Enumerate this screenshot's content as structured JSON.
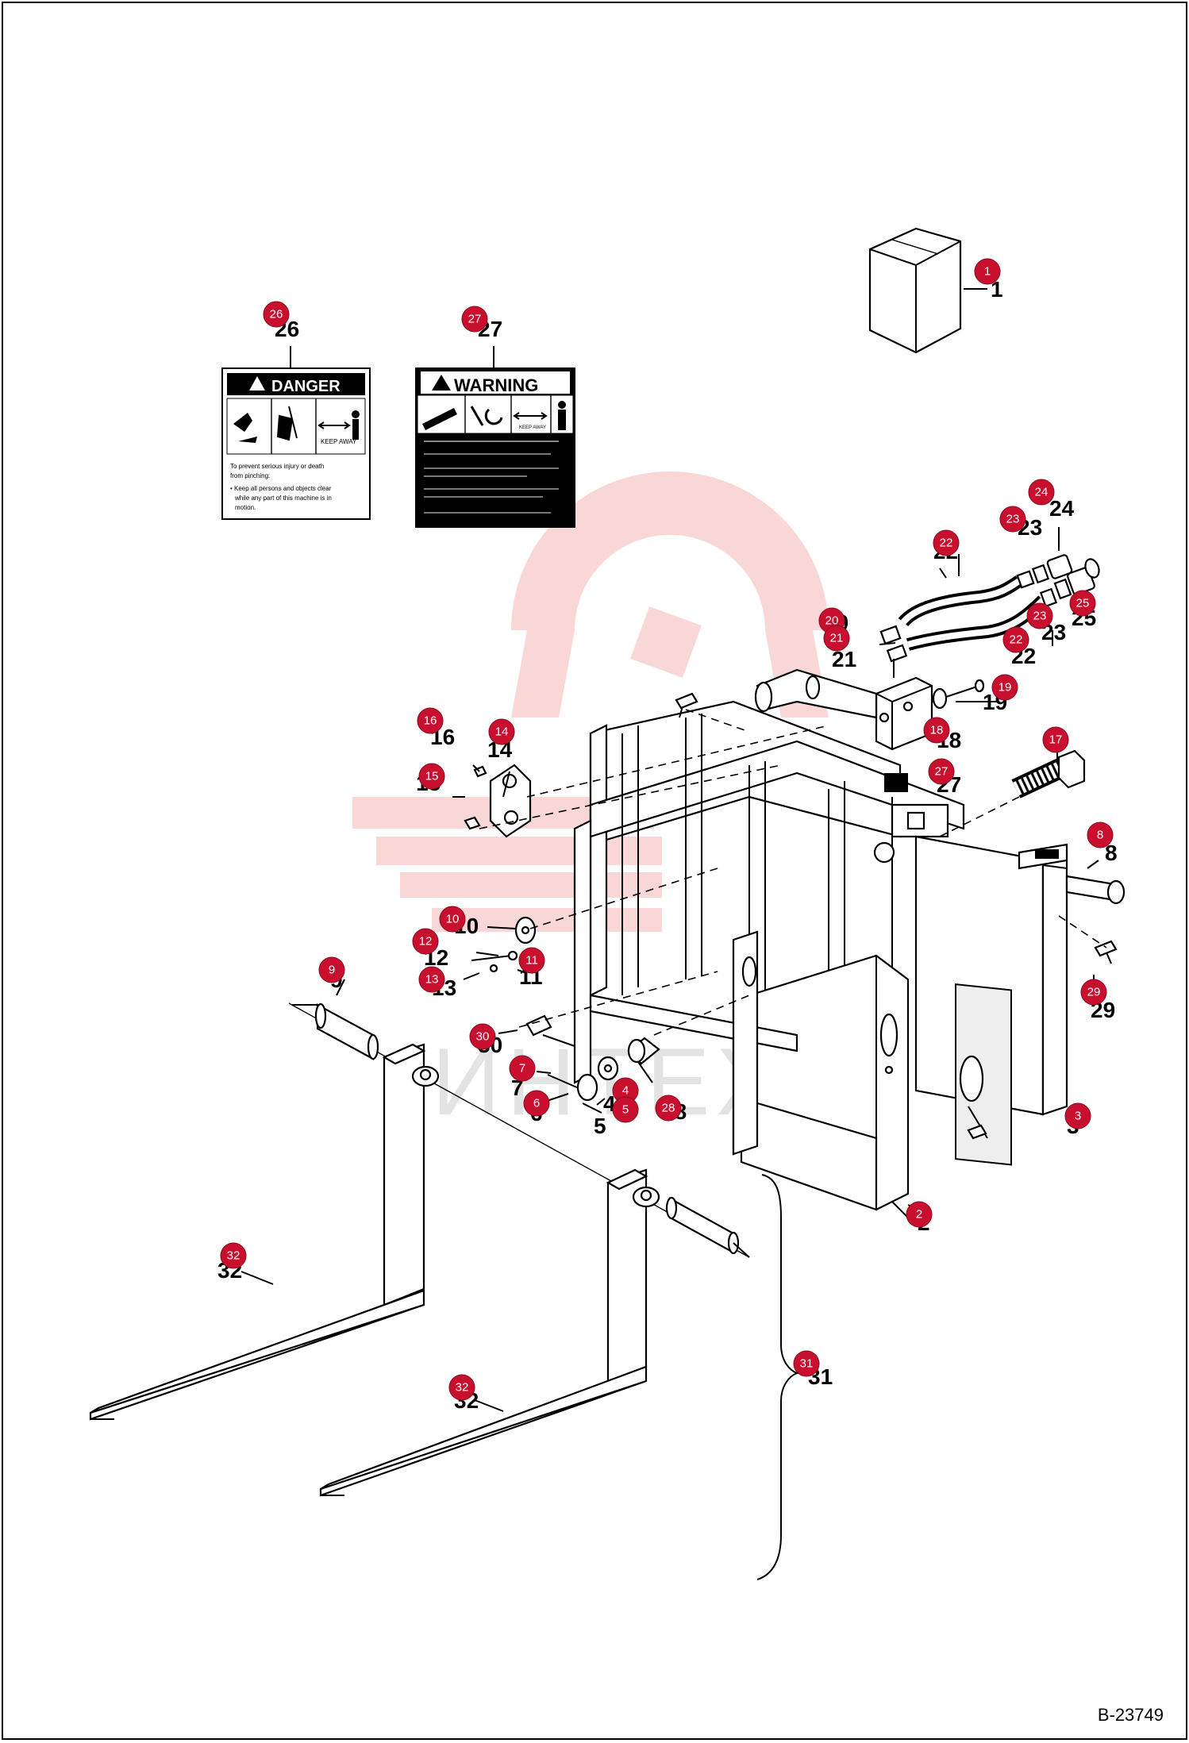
{
  "drawing_code": "B-23749",
  "watermark_text": "ИНТЕХ",
  "decal_danger": {
    "title": "DANGER",
    "keep_away": "KEEP AWAY",
    "line1": "To prevent serious injury or death",
    "line2": "from pinching:",
    "line3": "• Keep all persons and objects clear",
    "line4": "while any part of this machine is in",
    "line5": "motion."
  },
  "decal_warning": {
    "title": "WARNING",
    "keep_away": "KEEP AWAY"
  },
  "callouts": [
    {
      "id": "1",
      "label": "1"
    },
    {
      "id": "2",
      "label": "2"
    },
    {
      "id": "3",
      "label": "3"
    },
    {
      "id": "4",
      "label": "4"
    },
    {
      "id": "5",
      "label": "5"
    },
    {
      "id": "6",
      "label": "6"
    },
    {
      "id": "7",
      "label": "7"
    },
    {
      "id": "8",
      "label": "8"
    },
    {
      "id": "9",
      "label": "9"
    },
    {
      "id": "10",
      "label": "10"
    },
    {
      "id": "11",
      "label": "11"
    },
    {
      "id": "12",
      "label": "12"
    },
    {
      "id": "13",
      "label": "13"
    },
    {
      "id": "14",
      "label": "14"
    },
    {
      "id": "15",
      "label": "15"
    },
    {
      "id": "16",
      "label": "16"
    },
    {
      "id": "17",
      "label": "17"
    },
    {
      "id": "18",
      "label": "18"
    },
    {
      "id": "19",
      "label": "19"
    },
    {
      "id": "20",
      "label": "20"
    },
    {
      "id": "21",
      "label": "21"
    },
    {
      "id": "22a",
      "label": "22"
    },
    {
      "id": "22b",
      "label": "22"
    },
    {
      "id": "23a",
      "label": "23"
    },
    {
      "id": "23b",
      "label": "23"
    },
    {
      "id": "24",
      "label": "24"
    },
    {
      "id": "25",
      "label": "25"
    },
    {
      "id": "26",
      "label": "26"
    },
    {
      "id": "27a",
      "label": "27"
    },
    {
      "id": "27b",
      "label": "27"
    },
    {
      "id": "28",
      "label": "28"
    },
    {
      "id": "29",
      "label": "29"
    },
    {
      "id": "30",
      "label": "30"
    },
    {
      "id": "31",
      "label": "31"
    },
    {
      "id": "32a",
      "label": "32"
    },
    {
      "id": "32b",
      "label": "32"
    }
  ],
  "colors": {
    "badge": "#c8102e",
    "watermark": "#e34a4a",
    "line": "#000000"
  }
}
